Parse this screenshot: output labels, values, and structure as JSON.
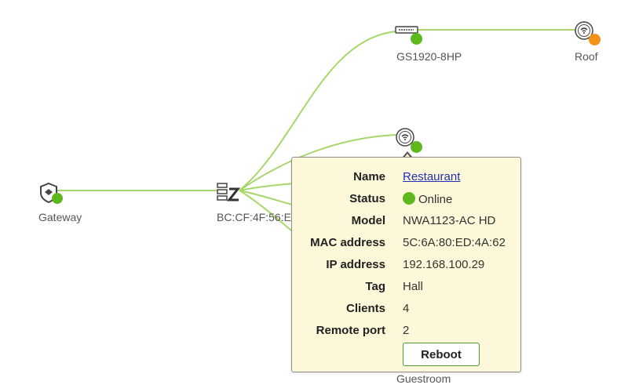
{
  "topology": {
    "gateway": {
      "label": "Gateway",
      "status_color": "#5db81e",
      "icon": "shield-gateway-icon"
    },
    "switch_node": {
      "label": "BC:CF:4F:56:E",
      "icon": "switch-z-icon"
    },
    "gs_switch": {
      "label": "GS1920-8HP",
      "status_color": "#5db81e",
      "icon": "switch-device-icon"
    },
    "roof_ap": {
      "label": "Roof",
      "status_color": "#f29318",
      "icon": "wifi-ap-icon"
    },
    "restaurant_ap": {
      "status_color": "#5db81e",
      "icon": "wifi-ap-icon"
    },
    "guestroom": {
      "label": "Guestroom"
    },
    "link_color": "#a8d66a"
  },
  "popup": {
    "rows": [
      {
        "key": "Name",
        "value": "Restaurant"
      },
      {
        "key": "Status",
        "value": "Online"
      },
      {
        "key": "Model",
        "value": "NWA1123-AC HD"
      },
      {
        "key": "MAC address",
        "value": "5C:6A:80:ED:4A:62"
      },
      {
        "key": "IP address",
        "value": "192.168.100.29"
      },
      {
        "key": "Tag",
        "value": "Hall"
      },
      {
        "key": "Clients",
        "value": "4"
      },
      {
        "key": "Remote port",
        "value": "2"
      }
    ],
    "status_color": "#5db81e",
    "reboot_label": "Reboot"
  }
}
